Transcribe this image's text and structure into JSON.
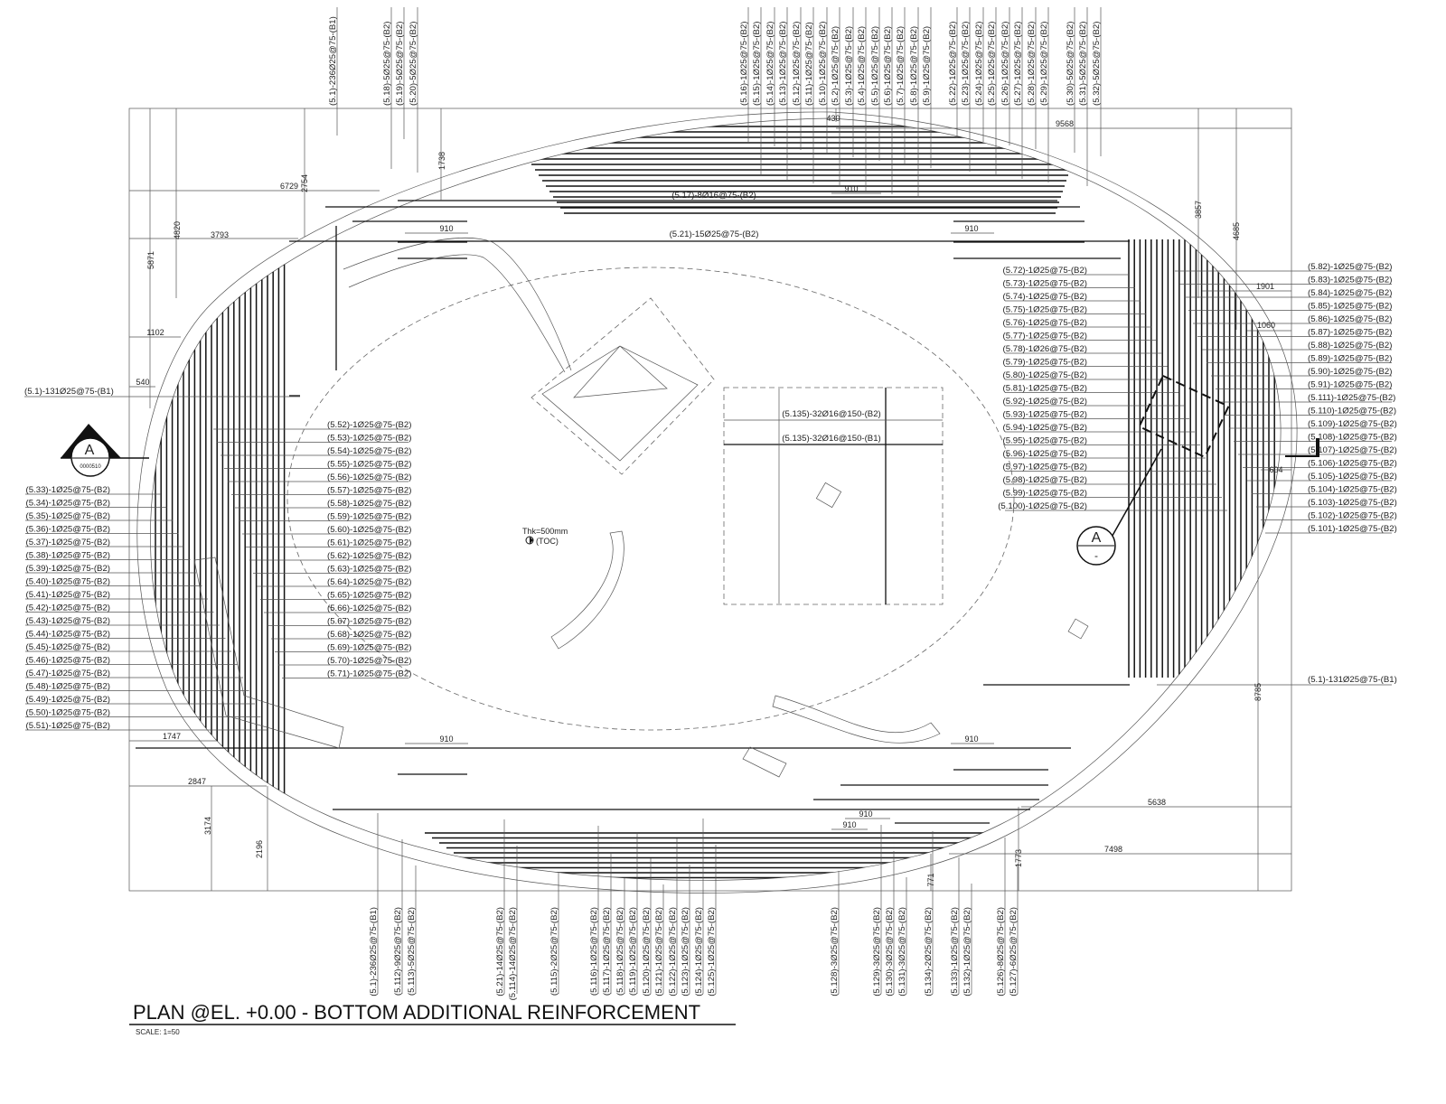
{
  "title": "PLAN @EL. +0.00 - BOTTOM ADDITIONAL REINFORCEMENT",
  "scale": "SCALE: 1=50",
  "top_labels": [
    "(5.1)-236Ø25@75-(B1)",
    "(5.18)-5Ø25@75-(B2)",
    "(5.19)-5Ø25@75-(B2)",
    "(5.20)-5Ø25@75-(B2)",
    "(5.16)-1Ø25@75-(B2)",
    "(5.15)-1Ø25@75-(B2)",
    "(5.14)-1Ø25@75-(B2)",
    "(5.13)-1Ø25@75-(B2)",
    "(5.12)-1Ø25@75-(B2)",
    "(5.11)-1Ø25@75-(B2)",
    "(5.10)-1Ø25@75-(B2)",
    "(5.2)-1Ø25@75-(B2)",
    "(5.3)-1Ø25@75-(B2)",
    "(5.4)-1Ø25@75-(B2)",
    "(5.5)-1Ø25@75-(B2)",
    "(5.6)-1Ø25@75-(B2)",
    "(5.7)-1Ø25@75-(B2)",
    "(5.8)-1Ø25@75-(B2)",
    "(5.9)-1Ø25@75-(B2)",
    "(5.22)-1Ø25@75-(B2)",
    "(5.23)-1Ø25@75-(B2)",
    "(5.24)-1Ø25@75-(B2)",
    "(5.25)-1Ø25@75-(B2)",
    "(5.26)-1Ø25@75-(B2)",
    "(5.27)-1Ø25@75-(B2)",
    "(5.28)-1Ø25@75-(B2)",
    "(5.29)-1Ø25@75-(B2)",
    "(5.30)-5Ø25@75-(B2)",
    "(5.31)-5Ø25@75-(B2)",
    "(5.32)-5Ø25@75-(B2)"
  ],
  "bottom_labels": [
    "(5.1)-236Ø25@75-(B1)",
    "(5.112)-9Ø25@75-(B2)",
    "(5.113)-5Ø25@75-(B2)",
    "(5.21)-14Ø25@75-(B2)",
    "(5.114)-14Ø25@75-(B2)",
    "(5.115)-2Ø25@75-(B2)",
    "(5.116)-1Ø25@75-(B2)",
    "(5.117)-1Ø25@75-(B2)",
    "(5.118)-1Ø25@75-(B2)",
    "(5.119)-1Ø25@75-(B2)",
    "(5.120)-1Ø25@75-(B2)",
    "(5.121)-1Ø25@75-(B2)",
    "(5.122)-1Ø25@75-(B2)",
    "(5.123)-1Ø25@75-(B2)",
    "(5.124)-1Ø25@75-(B2)",
    "(5.125)-1Ø25@75-(B2)",
    "(5.128)-3Ø25@75-(B2)",
    "(5.129)-3Ø25@75-(B2)",
    "(5.130)-3Ø25@75-(B2)",
    "(5.131)-3Ø25@75-(B2)",
    "(5.134)-2Ø25@75-(B2)",
    "(5.133)-1Ø25@75-(B2)",
    "(5.132)-1Ø25@75-(B2)",
    "(5.126)-8Ø25@75-(B2)",
    "(5.127)-6Ø25@75-(B2)"
  ],
  "left_labels": [
    "(5.33)-1Ø25@75-(B2)",
    "(5.34)-1Ø25@75-(B2)",
    "(5.35)-1Ø25@75-(B2)",
    "(5.36)-1Ø25@75-(B2)",
    "(5.37)-1Ø25@75-(B2)",
    "(5.38)-1Ø25@75-(B2)",
    "(5.39)-1Ø25@75-(B2)",
    "(5.40)-1Ø25@75-(B2)",
    "(5.41)-1Ø25@75-(B2)",
    "(5.42)-1Ø25@75-(B2)",
    "(5.43)-1Ø25@75-(B2)",
    "(5.44)-1Ø25@75-(B2)",
    "(5.45)-1Ø25@75-(B2)",
    "(5.46)-1Ø25@75-(B2)",
    "(5.47)-1Ø25@75-(B2)",
    "(5.48)-1Ø25@75-(B2)",
    "(5.49)-1Ø25@75-(B2)",
    "(5.50)-1Ø25@75-(B2)",
    "(5.51)-1Ø25@75-(B2)"
  ],
  "mid_left_labels": [
    "(5.52)-1Ø25@75-(B2)",
    "(5.53)-1Ø25@75-(B2)",
    "(5.54)-1Ø25@75-(B2)",
    "(5.55)-1Ø25@75-(B2)",
    "(5.56)-1Ø25@75-(B2)",
    "(5.57)-1Ø25@75-(B2)",
    "(5.58)-1Ø25@75-(B2)",
    "(5.59)-1Ø25@75-(B2)",
    "(5.60)-1Ø25@75-(B2)",
    "(5.61)-1Ø25@75-(B2)",
    "(5.62)-1Ø25@75-(B2)",
    "(5.63)-1Ø25@75-(B2)",
    "(5.64)-1Ø25@75-(B2)",
    "(5.65)-1Ø25@75-(B2)",
    "(5.66)-1Ø25@75-(B2)",
    "(5.67)-1Ø25@75-(B2)",
    "(5.68)-1Ø25@75-(B2)",
    "(5.69)-1Ø25@75-(B2)",
    "(5.70)-1Ø25@75-(B2)",
    "(5.71)-1Ø25@75-(B2)"
  ],
  "mid_right_labels": [
    "(5.72)-1Ø25@75-(B2)",
    "(5.73)-1Ø25@75-(B2)",
    "(5.74)-1Ø25@75-(B2)",
    "(5.75)-1Ø25@75-(B2)",
    "(5.76)-1Ø25@75-(B2)",
    "(5.77)-1Ø25@75-(B2)",
    "(5.78)-1Ø26@75-(B2)",
    "(5.79)-1Ø25@75-(B2)",
    "(5.80)-1Ø25@75-(B2)",
    "(5.81)-1Ø25@75-(B2)",
    "(5.92)-1Ø25@75-(B2)",
    "(5.93)-1Ø25@75-(B2)",
    "(5.94)-1Ø25@75-(B2)",
    "(5.95)-1Ø25@75-(B2)",
    "(5.96)-1Ø25@75-(B2)",
    "(5.97)-1Ø25@75-(B2)",
    "(5.98)-1Ø25@75-(B2)",
    "(5.99)-1Ø25@75-(B2)",
    "(5.100)-1Ø25@75-(B2)"
  ],
  "far_right_labels": [
    "(5.82)-1Ø25@75-(B2)",
    "(5.83)-1Ø25@75-(B2)",
    "(5.84)-1Ø25@75-(B2)",
    "(5.85)-1Ø25@75-(B2)",
    "(5.86)-1Ø25@75-(B2)",
    "(5.87)-1Ø25@75-(B2)",
    "(5.88)-1Ø25@75-(B2)",
    "(5.89)-1Ø25@75-(B2)",
    "(5.90)-1Ø25@75-(B2)",
    "(5.91)-1Ø25@75-(B2)",
    "(5.111)-1Ø25@75-(B2)",
    "(5.110)-1Ø25@75-(B2)",
    "(5.109)-1Ø25@75-(B2)",
    "(5.108)-1Ø25@75-(B2)",
    "(5.107)-1Ø25@75-(B2)",
    "(5.106)-1Ø25@75-(B2)",
    "(5.105)-1Ø25@75-(B2)",
    "(5.104)-1Ø25@75-(B2)",
    "(5.103)-1Ø25@75-(B2)",
    "(5.102)-1Ø25@75-(B2)",
    "(5.101)-1Ø25@75-(B2)"
  ],
  "callouts": {
    "left_b1": "(5.1)-131Ø25@75-(B1)",
    "right_b1": "(5.1)-131Ø25@75-(B1)",
    "top_16": "(5.17)-8Ø16@75-(B2)",
    "top_21": "(5.21)-15Ø25@75-(B2)",
    "core_b2": "(5.135)-32Ø16@150-(B2)",
    "core_b1": "(5.135)-32Ø16@150-(B1)",
    "thickness": "Thk=500mm",
    "toc": "(TOC)"
  },
  "dimensions": [
    "9568",
    "6729",
    "2754",
    "1738",
    "4820",
    "5871",
    "3793",
    "910",
    "910",
    "910",
    "1102",
    "540",
    "1747",
    "2847",
    "3174",
    "2196",
    "430",
    "3857",
    "4685",
    "1901",
    "1060",
    "604",
    "8785",
    "5638",
    "7498",
    "1773",
    "771",
    "910",
    "910",
    "910",
    "910"
  ],
  "section_left": {
    "letter": "A",
    "ref": "0000510"
  },
  "section_right": {
    "letter": "A",
    "ref": "-"
  }
}
